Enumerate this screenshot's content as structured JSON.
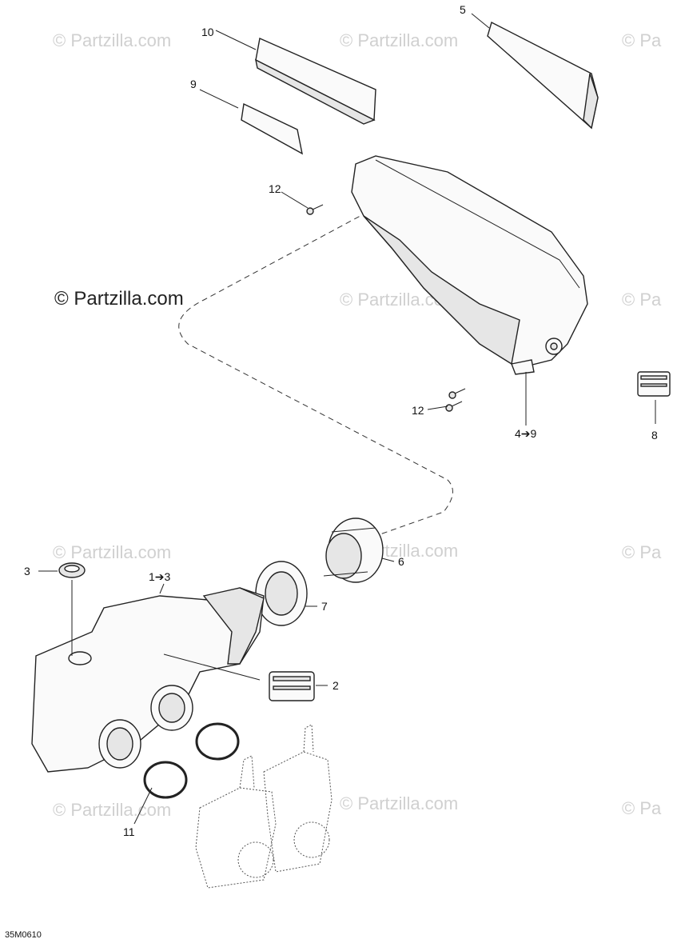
{
  "watermarks": {
    "main": "© Partzilla.com",
    "repeat": "© Partzilla.com",
    "edge": "© Pa"
  },
  "callouts": {
    "c1": "1➔3",
    "c2": "2",
    "c3": "3",
    "c4": "4➔9",
    "c5": "5",
    "c6": "6",
    "c7": "7",
    "c8": "8",
    "c9": "9",
    "c10": "10",
    "c11": "11",
    "c12a": "12",
    "c12b": "12"
  },
  "figure_id": "35M0610"
}
